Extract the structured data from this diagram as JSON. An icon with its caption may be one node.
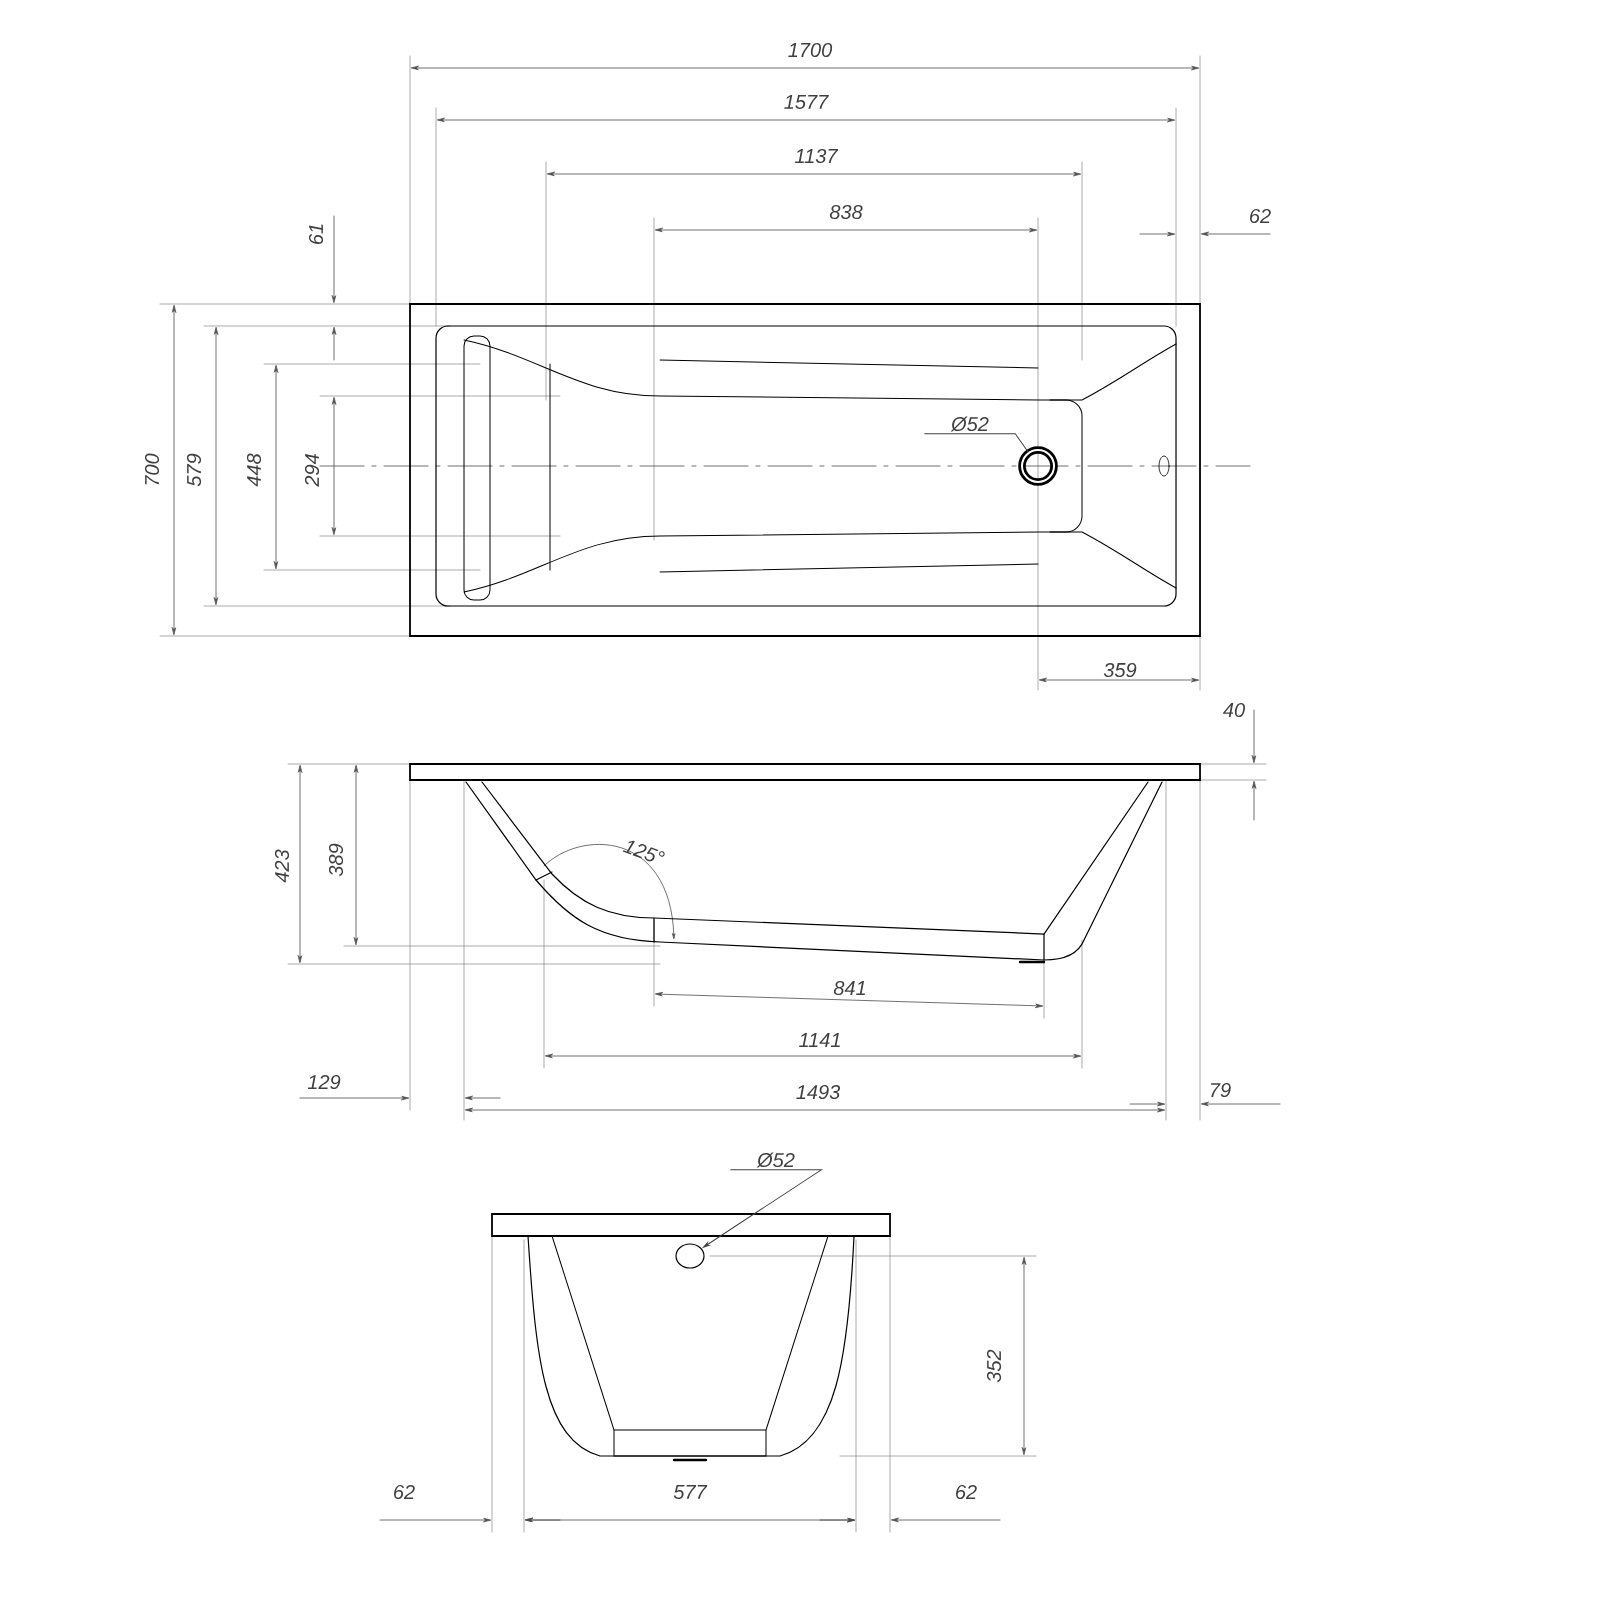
{
  "diagram": {
    "nodes": [
      {
        "text": [
          "Ø52"
        ]
      },
      {
        "text": [],
        "shape": "circle"
      },
      {
        "text": [
          "Ø52"
        ]
      },
      {
        "text": [],
        "shape": "circle"
      }
    ],
    "edges": [
      {
        "from": 0,
        "to": 1,
        "arrow": "none"
      },
      {
        "from": 2,
        "to": 3,
        "arrow": "to"
      }
    ],
    "labels": [
      "1700",
      "1577",
      "1137",
      "838",
      "62",
      "61",
      "700",
      "579",
      "448",
      "294",
      "359",
      "40",
      "423",
      "389",
      "125°",
      "841",
      "1141",
      "129",
      "1493",
      "79",
      "352",
      "62",
      "577",
      "62"
    ]
  }
}
